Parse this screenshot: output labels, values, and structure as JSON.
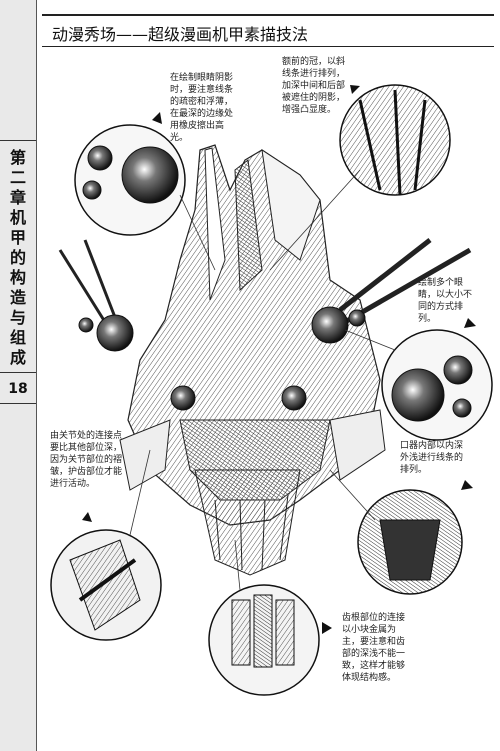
{
  "header": {
    "title": "动漫秀场——超级漫画机甲素描技法"
  },
  "sidebar": {
    "chapter": "第二章 机甲的构造与组成",
    "page_number": "18"
  },
  "notes": {
    "eye_shadow": "在绘制眼睛阴影时，要注意线条的疏密和浮薄，在最深的边缘处用橡皮擦出高光。",
    "crown": "额前的冠，以斜线条进行排列，加深中间和后部被遮住的阴影，增强凸显度。",
    "many_eyes": "绘制多个眼睛，以大小不同的方式排列。",
    "joint": "由关节处的连接点要比其他部位深，因为关节部位的褶皱，护齿部位才能进行活动。",
    "mouth_inner": "口器内部以内深外浅进行线条的排列。",
    "teeth": "齿根部位的连接以小块金属为主，要注意和齿部的深浅不能一致，这样才能够体现结构感。"
  }
}
